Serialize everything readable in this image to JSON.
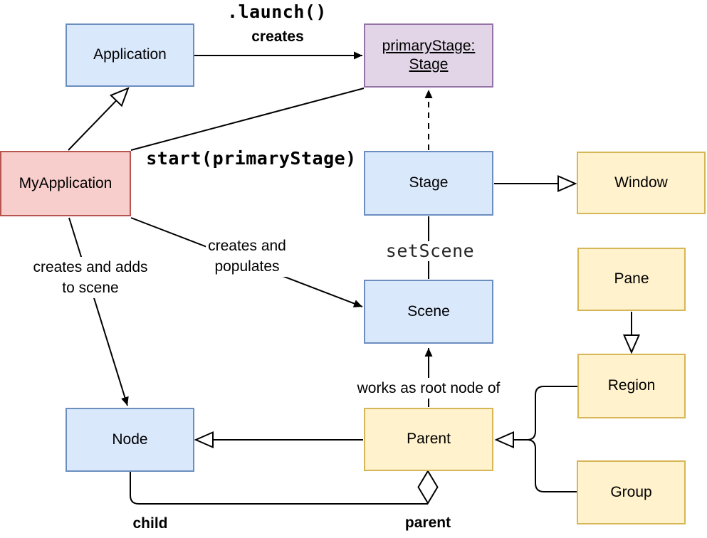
{
  "diagram": {
    "nodes": {
      "application": {
        "label": "Application"
      },
      "primary_stage": {
        "line1": "primaryStage:",
        "line2": "Stage"
      },
      "my_application": {
        "label": "MyApplication"
      },
      "stage": {
        "label": "Stage"
      },
      "window": {
        "label": "Window"
      },
      "scene": {
        "label": "Scene"
      },
      "pane": {
        "label": "Pane"
      },
      "region": {
        "label": "Region"
      },
      "parent": {
        "label": "Parent"
      },
      "node": {
        "label": "Node"
      },
      "group": {
        "label": "Group"
      }
    },
    "labels": {
      "launch": ".launch()",
      "creates": "creates",
      "start": "start(primaryStage)",
      "set_scene": "setScene",
      "creates_populates": [
        "creates and",
        "populates"
      ],
      "creates_adds": [
        "creates and adds",
        "to scene"
      ],
      "works_as_root": "works as root node of",
      "child": "child",
      "parent": "parent"
    },
    "colors": {
      "blue_fill": "#dae8fc",
      "blue_border": "#6c8ebf",
      "red_fill": "#f8cecc",
      "red_border": "#b85450",
      "purple_fill": "#e1d5e7",
      "purple_border": "#9673a6",
      "yellow_fill": "#fff2cc",
      "yellow_border": "#d6b656",
      "line": "#000000"
    }
  }
}
